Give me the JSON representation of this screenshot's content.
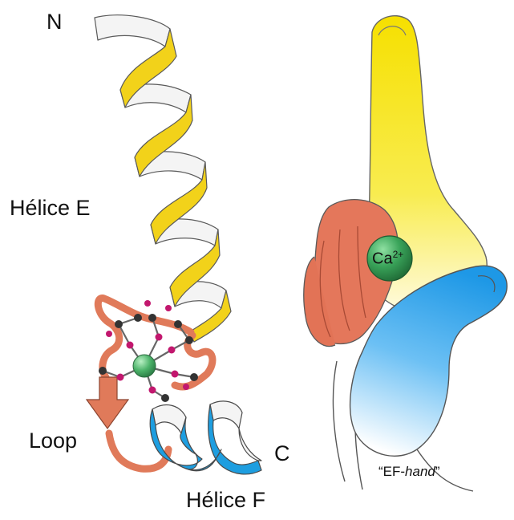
{
  "labels": {
    "n_terminus": "N",
    "helix_e": "Hélice E",
    "loop": "Loop",
    "c_terminus": "C",
    "helix_f": "Hélice F",
    "ef_hand_open": "“EF-",
    "ef_hand_italic": "hand",
    "ef_hand_close": "”",
    "calcium_symbol": "Ca",
    "calcium_charge": "2+"
  },
  "colors": {
    "helix_e": "#f2d21a",
    "helix_e_back": "#ffffff",
    "helix_f": "#1e9ee0",
    "loop": "#e07a5a",
    "calcium": "#3aa45a",
    "oxygen": "#c2176e",
    "carbon": "#333333",
    "thumb": "#2b9ee8",
    "index_finger": "#f6e32a",
    "curled_fingers": "#e4775b"
  }
}
